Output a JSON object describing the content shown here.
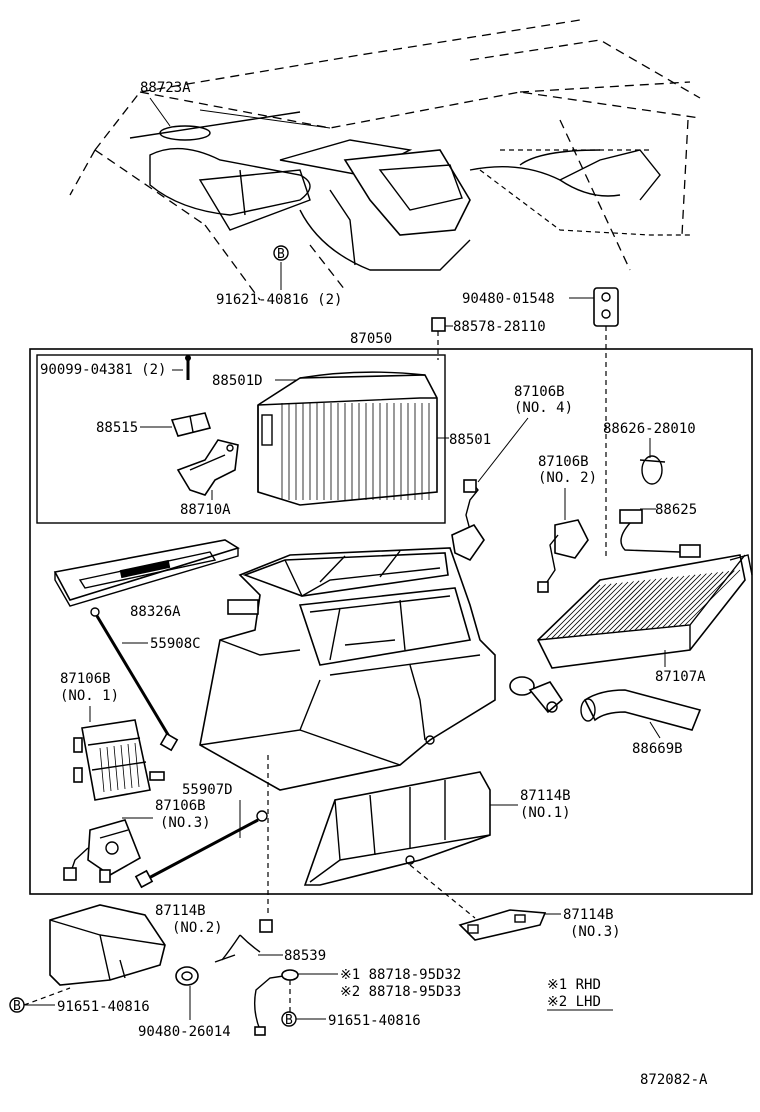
{
  "diagram_id": "872082-A",
  "legend": {
    "rhd": "※1 RHD",
    "lhd": "※2 LHD"
  },
  "labels": {
    "p88723A": "88723A",
    "p91621": "91621-40816 (2)",
    "p90480_01548": "90480-01548",
    "p87050": "87050",
    "p88578": "88578-28110",
    "p90099": "90099-04381 (2)",
    "p88501D": "88501D",
    "p88515": "88515",
    "p88501": "88501",
    "p88710A": "88710A",
    "p87106B_no4a": "87106B",
    "p87106B_no4b": "(NO. 4)",
    "p88626": "88626-28010",
    "p87106B_no2a": "87106B",
    "p87106B_no2b": "(NO. 2)",
    "p88625": "88625",
    "p88326A": "88326A",
    "p55908C": "55908C",
    "p87106B_no1a": "87106B",
    "p87106B_no1b": "(NO. 1)",
    "p87107A": "87107A",
    "p88669B": "88669B",
    "p55907D": "55907D",
    "p87106B_no3a": "87106B",
    "p87106B_no3b": "(NO.3)",
    "p87114B_no1a": "87114B",
    "p87114B_no1b": "(NO.1)",
    "p87114B_no2a": "87114B",
    "p87114B_no2b": "(NO.2)",
    "p88539": "88539",
    "p87114B_no3a": "87114B",
    "p87114B_no3b": "(NO.3)",
    "p88718_95D32": "※1  88718-95D32",
    "p88718_95D33": "※2  88718-95D33",
    "p91651_a": "91651-40816",
    "p90480_26014": "90480-26014",
    "p91651_b": "91651-40816",
    "b_marker": "B"
  }
}
